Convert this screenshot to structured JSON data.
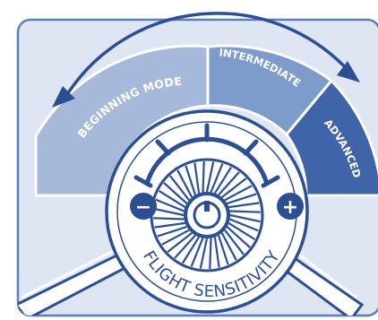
{
  "modes": {
    "beginning": "BEGINNING MODE",
    "intermediate": "INTERMEDIATE",
    "advanced": "ADVANCED"
  },
  "dial": {
    "label": "FLIGHT SENSITIVITY",
    "minus_symbol": "−",
    "plus_symbol": "+"
  },
  "colors": {
    "panel_border": "#5b7db9",
    "panel_fill": "#dfe6f3",
    "beginning_fill": "#a7b9da",
    "intermediate_fill": "#7d9ccc",
    "advanced_fill": "#3f64a8",
    "outline": "#2c4f93",
    "dial_white": "#ffffff"
  }
}
